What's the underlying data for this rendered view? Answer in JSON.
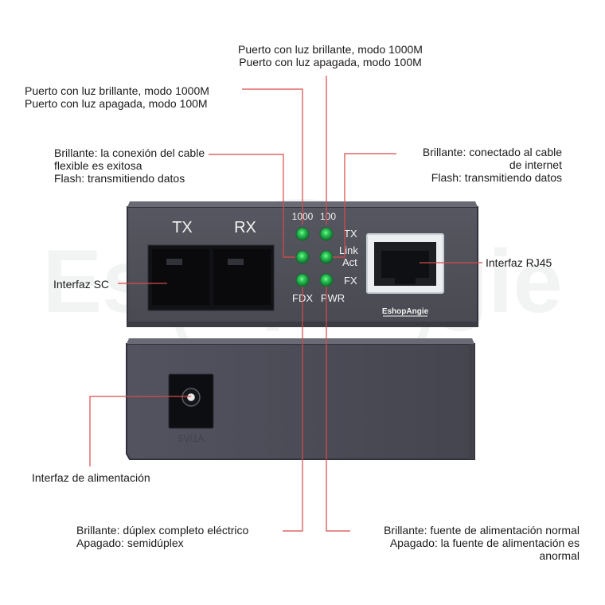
{
  "watermark": {
    "text": "EshopAngie"
  },
  "device": {
    "brand": "EshopAngie",
    "port_labels": {
      "tx": "TX",
      "rx": "RX"
    },
    "led_labels": {
      "col_1000": "1000",
      "col_100": "100",
      "row_tx": "TX",
      "row_link": "Link",
      "row_act": "Act",
      "row_fx": "FX",
      "bottom_fdx": "FDX",
      "bottom_pwr": "PWR"
    },
    "back_label": "5V/1A",
    "colors": {
      "panel": "#4f4f58",
      "panel_dark": "#3f3f47",
      "led": "#1aa33d",
      "line": "#d84b48"
    }
  },
  "callouts": {
    "top_center": [
      "Puerto con luz brillante, modo 1000M",
      "Puerto con luz apagada, modo 100M"
    ],
    "top_left": [
      "Puerto con luz brillante, modo 1000M",
      "Puerto con luz apagada, modo 100M"
    ],
    "fiber_link": [
      "Brillante: la conexión del cable",
      "flexible es exitosa",
      "Flash: transmitiendo datos"
    ],
    "rj45_link": [
      "Brillante: conectado al cable",
      "de internet",
      "Flash: transmitiendo datos"
    ],
    "sc_interface": "Interfaz SC",
    "rj45_interface": "Interfaz RJ45",
    "power_interface": "Interfaz de alimentación",
    "duplex": [
      "Brillante: dúplex completo eléctrico",
      "Apagado: semidúplex"
    ],
    "power_status": [
      "Brillante: fuente de alimentación normal",
      "Apagado: la fuente de alimentación es",
      "anormal"
    ]
  }
}
